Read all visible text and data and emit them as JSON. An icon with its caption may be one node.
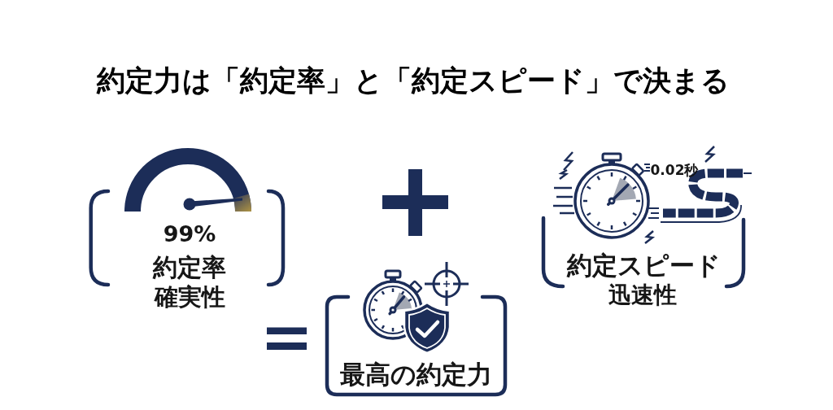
{
  "diagram": {
    "title": "約定力は「約定率」と「約定スピード」で決まる",
    "nodes": [
      {
        "text": [
          "99%",
          "約定率",
          "確実性"
        ]
      },
      {
        "text": [
          "0.02秒",
          "約定スピード",
          "迅速性"
        ]
      },
      {
        "text": [
          "最高の約定力"
        ]
      }
    ]
  }
}
